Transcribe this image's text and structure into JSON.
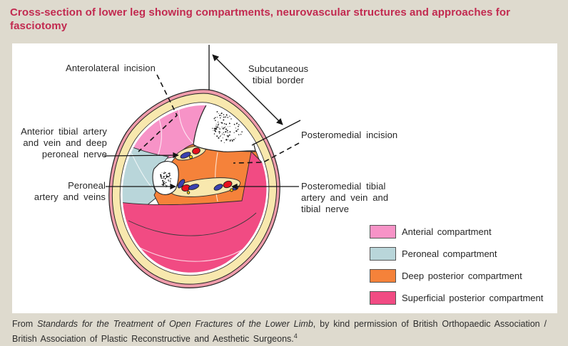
{
  "title": "Cross-section of lower leg showing compartments, neurovascular structures and approaches for fasciotomy",
  "diagram": {
    "labels": {
      "anterolateral_incision": "Anterolateral incision",
      "subcutaneous_tibial_border": [
        "Subcutaneous",
        "tibial border"
      ],
      "anterior_tibial": [
        "Anterior tibial artery",
        "and vein and deep",
        "peroneal nerve"
      ],
      "peroneal_vessels": [
        "Peroneal",
        "artery and veins"
      ],
      "posteromedial_incision": "Posteromedial incision",
      "posterior_tibial": [
        "Posteromedial tibial",
        "artery and vein and",
        "tibial nerve"
      ]
    },
    "colors": {
      "skin": "#ef9cab",
      "fat": "#f8e8ae",
      "bone": "#ffffff",
      "anterior": "#f793c7",
      "peroneal": "#b9d6da",
      "deep_posterior": "#f5823a",
      "superficial_posterior": "#f14b83",
      "artery_red": "#e6101e",
      "vein_blue": "#3a41b0",
      "nerve_yellow": "#f6c70c"
    },
    "legend": {
      "items": [
        {
          "label": "Anterial compartment",
          "color": "#f793c7"
        },
        {
          "label": "Peroneal compartment",
          "color": "#b9d6da"
        },
        {
          "label": "Deep posterior compartment",
          "color": "#f5823a"
        },
        {
          "label": "Superficial posterior compartment",
          "color": "#f14b83"
        }
      ]
    }
  },
  "caption": {
    "prefix": "From ",
    "italic_title": "Standards for the Treatment of Open Fractures of the Lower Limb",
    "rest": ", by kind permission of British Orthopaedic Association / British Association of Plastic Reconstructive and Aesthetic Surgeons.",
    "reference_superscript": "4"
  }
}
